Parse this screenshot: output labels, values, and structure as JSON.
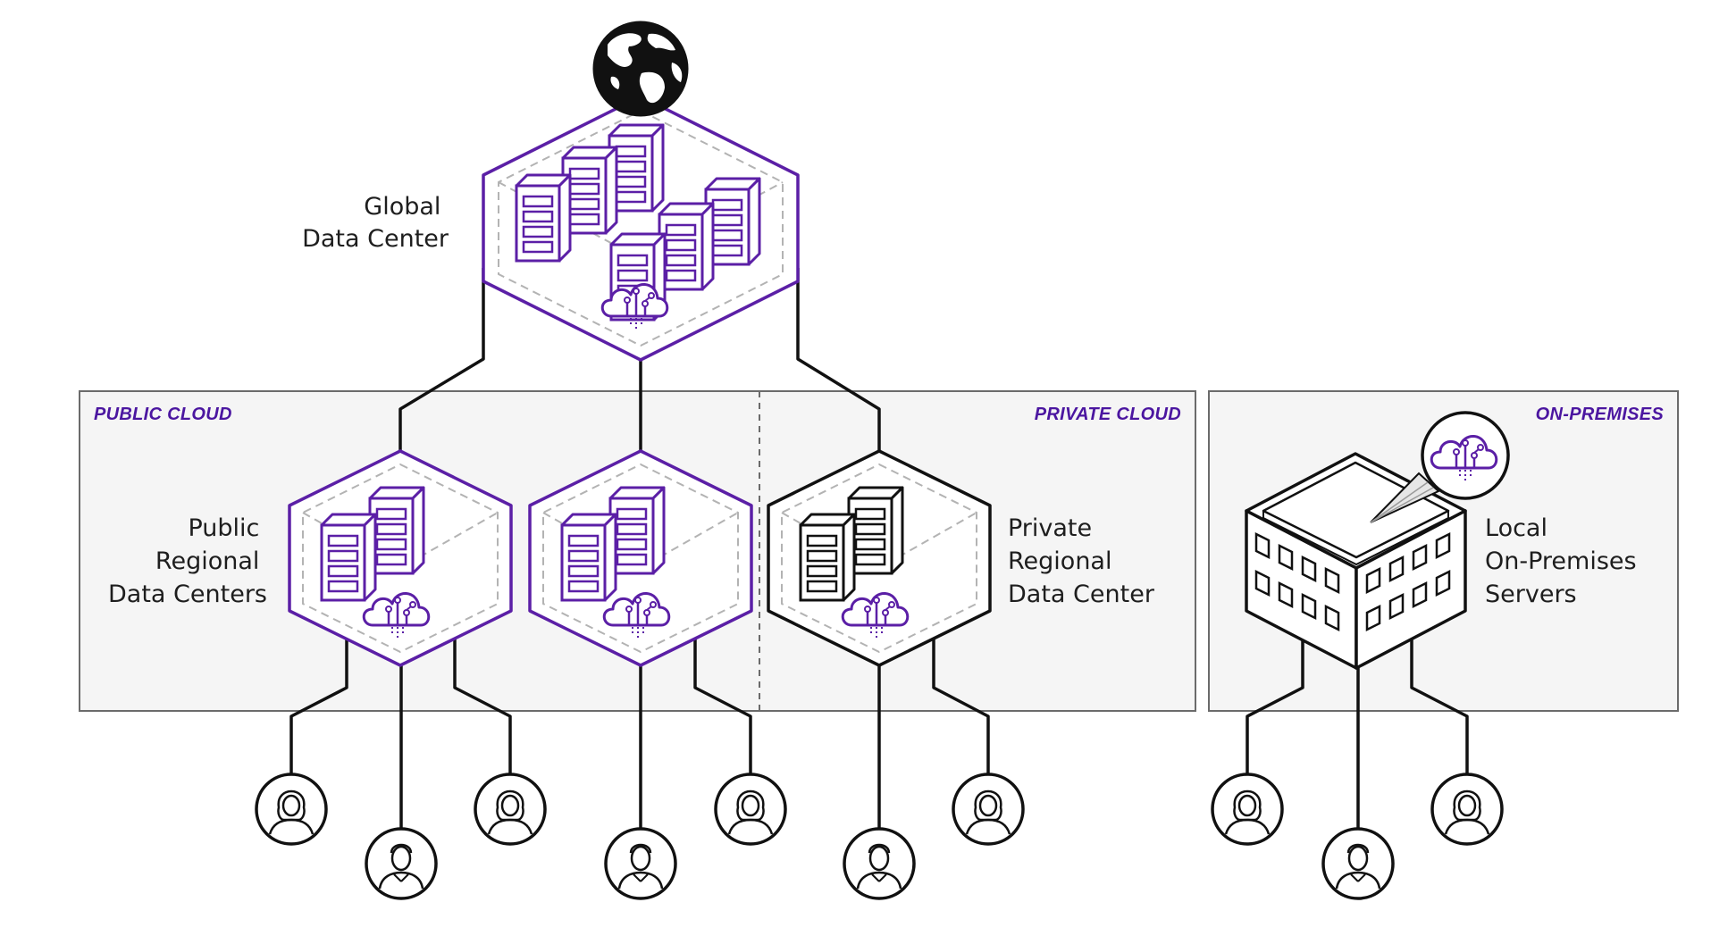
{
  "colors": {
    "accent_purple": "#5b1fa6",
    "zone_title": "#4b16a0",
    "zone_fill": "#f5f5f5",
    "zone_border": "#6b6b6b",
    "line": "#111111",
    "dash": "#b3b3b3"
  },
  "zones": {
    "public_cloud": "PUBLIC CLOUD",
    "private_cloud": "PRIVATE CLOUD",
    "on_premises": "ON-PREMISES"
  },
  "labels": {
    "global": [
      "Global",
      "Data Center"
    ],
    "public_regional": [
      "Public",
      "Regional",
      "Data Centers"
    ],
    "private_regional": [
      "Private",
      "Regional",
      "Data Center"
    ],
    "local": [
      "Local",
      "On-Premises",
      "Servers"
    ]
  },
  "icons": {
    "globe": "globe-icon",
    "server_rack": "server-rack-icon",
    "cloud_circuit": "cloud-circuit-icon",
    "building": "office-building-icon",
    "female_user": "female-user-icon",
    "male_user": "male-user-icon"
  }
}
